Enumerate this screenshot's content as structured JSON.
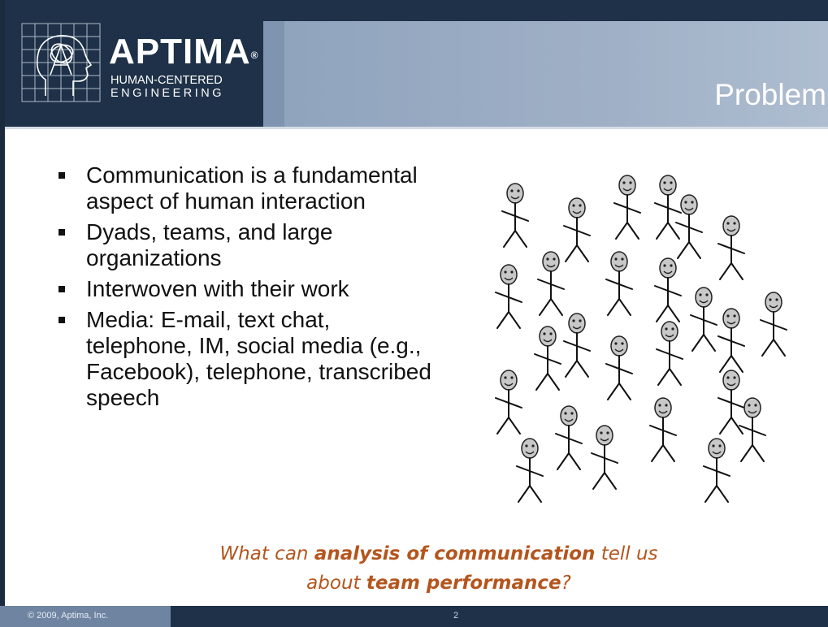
{
  "header": {
    "logo_name": "APTIMA",
    "logo_reg": "®",
    "logo_sub1": "HUMAN-CENTERED",
    "logo_sub2": "ENGINEERING",
    "title": "Problem"
  },
  "bullets": [
    "Communication is a fundamental aspect of human interaction",
    "Dyads, teams, and large organizations",
    "Interwoven with their work",
    "Media: E-mail, text chat, telephone, IM, social media (e.g., Facebook), telephone, transcribed speech"
  ],
  "question": {
    "part1": "What can ",
    "bold1": "analysis of communication",
    "part2": " tell us",
    "part3": "about ",
    "bold2": "team performance",
    "part4": "?"
  },
  "footer": {
    "copyright": "© 2009, Aptima, Inc.",
    "page": "2"
  },
  "colors": {
    "navy": "#1e3148",
    "banner": "#9fb0c6",
    "question": "#b4551d",
    "figure_head": "#c8c8c8"
  },
  "figures_icon": "stick-figure-crowd"
}
